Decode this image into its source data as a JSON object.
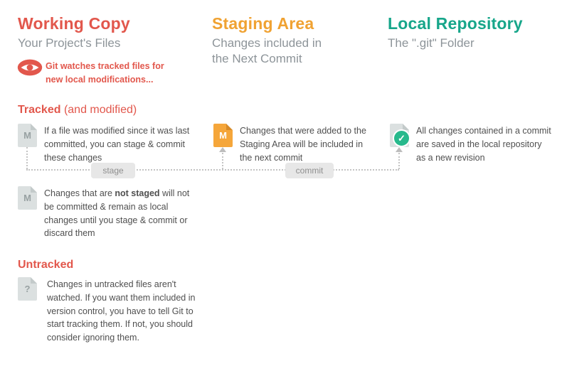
{
  "palette": {
    "red": "#e2574c",
    "orange": "#f0a232",
    "teal": "#17a68a",
    "muted_gray": "#8d9499",
    "body_text": "#4f4f4f",
    "icon_gray": "#dbe0e0",
    "icon_orange": "#f5a63a",
    "check_green": "#27b98c",
    "dotted_line": "#c4c4c4",
    "button_bg": "#e7e7e7"
  },
  "columns": [
    {
      "title": "Working Copy",
      "subtitle": "Your Project's Files",
      "note": "Git watches tracked files for new local modifications..."
    },
    {
      "title": "Staging Area",
      "subtitle": "Changes included in the Next Commit"
    },
    {
      "title": "Local Repository",
      "subtitle": "The \".git\" Folder"
    }
  ],
  "sections": {
    "tracked": {
      "title": "Tracked",
      "suffix": "(and modified)"
    },
    "untracked": {
      "title": "Untracked"
    }
  },
  "icons": {
    "eye": "eye-icon",
    "check": "✓"
  },
  "cards": {
    "working_modified": {
      "badge": "M",
      "text": "If a file was modified since it was last committed, you can stage & commit these changes"
    },
    "staged": {
      "badge": "M",
      "text": "Changes that were added to the Staging Area will be included in the next commit"
    },
    "committed": {
      "text": "All changes contained in a commit are saved in the local repository as a new revision"
    },
    "not_staged": {
      "badge": "M",
      "text_prefix": "Changes that are ",
      "text_bold": "not staged",
      "text_suffix": " will not be committed & remain as local changes until you stage & commit or discard them"
    },
    "untracked": {
      "badge": "?",
      "text": "Changes in untracked files aren't watched. If you want them included in version control, you have to tell Git to start tracking them. If not, you should consider ignoring them."
    }
  },
  "actions": {
    "stage": "stage",
    "commit": "commit"
  }
}
